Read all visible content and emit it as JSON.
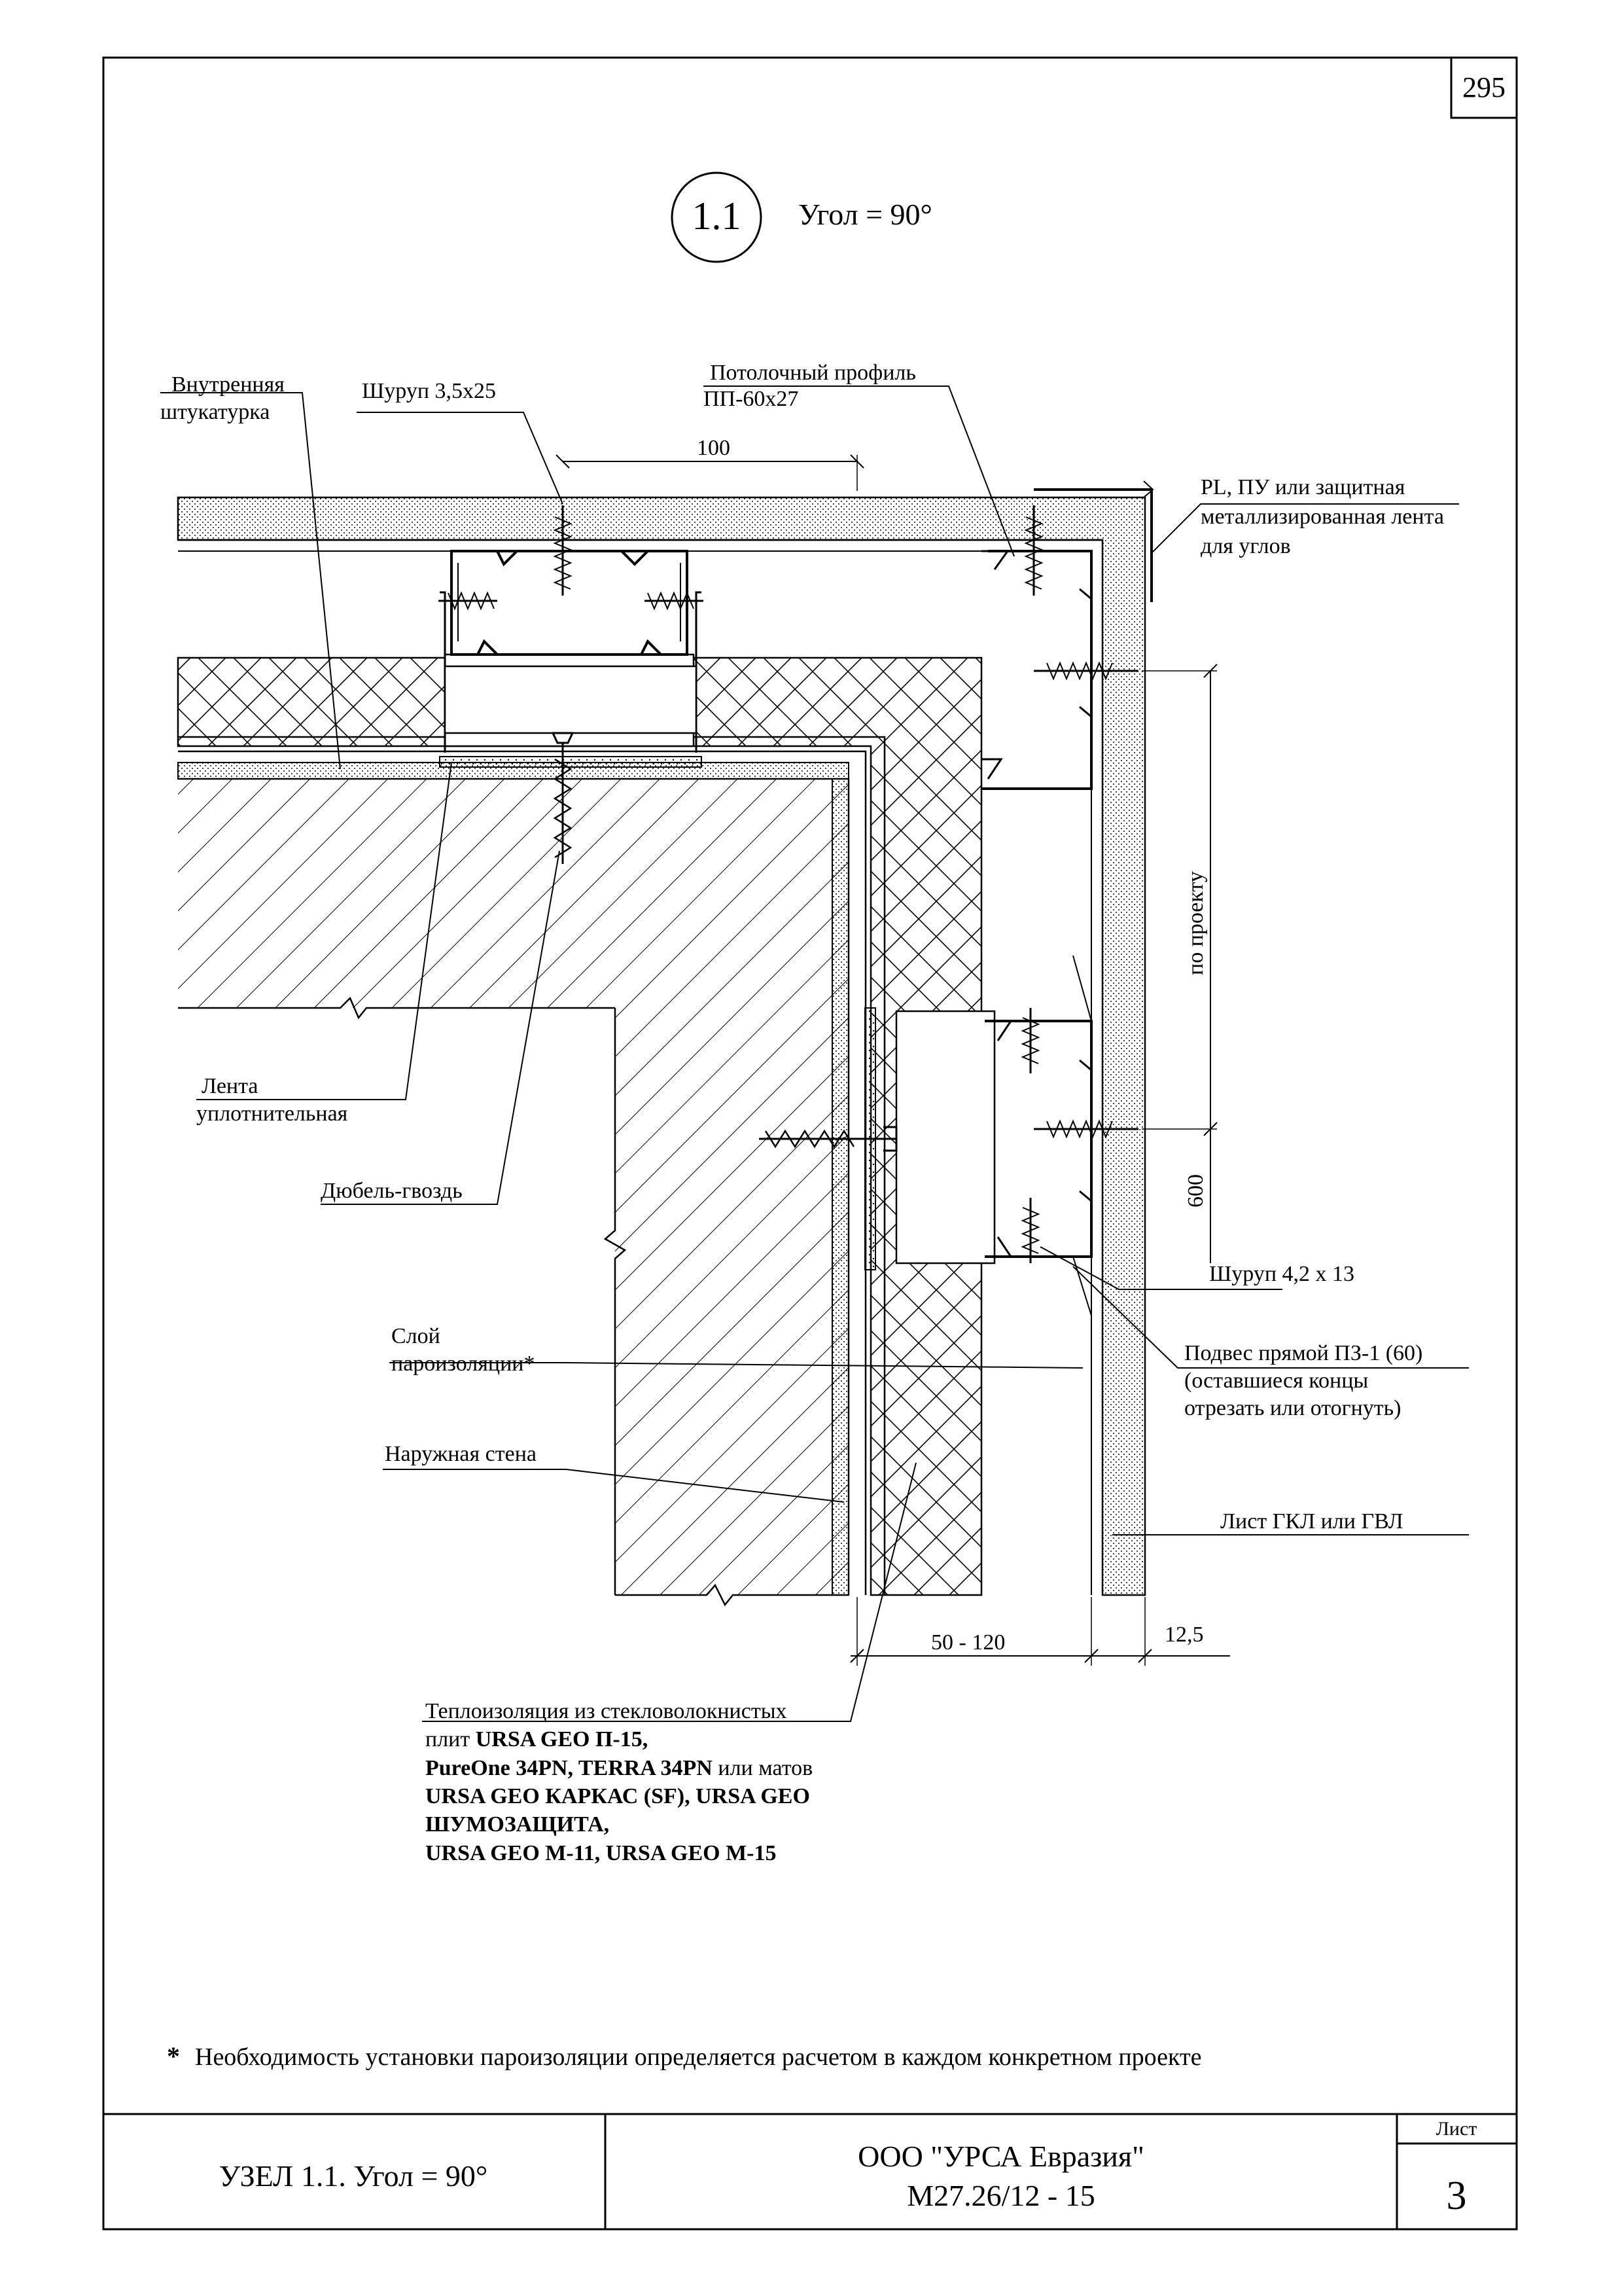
{
  "sheet": {
    "page_number": "295",
    "node_number": "1.1",
    "heading": "Угол = 90°"
  },
  "labels": {
    "inner_plaster_1": "Внутренняя",
    "inner_plaster_2": "штукатурка",
    "screw_top": "Шуруп 3,5х25",
    "ceiling_profile_1": "Потолочный профиль",
    "ceiling_profile_2": "ПП-60х27",
    "dim_100": "100",
    "corner_tape_1": "PL, ПУ или защитная",
    "corner_tape_2": "металлизированная лента",
    "corner_tape_3": "для углов",
    "per_project": "по проекту",
    "dim_600": "600",
    "sealing_tape_1": "Лента",
    "sealing_tape_2": "уплотнительная",
    "dowel": "Дюбель-гвоздь",
    "screw_side": "Шуруп 4,2 х 13",
    "hanger_1": "Подвес прямой ПЗ-1 (60)",
    "hanger_2": "(оставшиеся концы",
    "hanger_3": "отрезать или отогнуть)",
    "vapor_1": "Слой",
    "vapor_2": "пароизоляции*",
    "outer_wall": "Наружная стена",
    "gkl_sheet": "Лист ГКЛ или ГВЛ",
    "dim_50_120": "50 - 120",
    "dim_12_5": "12,5",
    "insulation_1": "Теплоизоляция из стекловолокнистых",
    "insulation_2a": "плит ",
    "insulation_2b": "URSA GEO П-15,",
    "insulation_3a": "PureOne 34PN, TERRA 34PN",
    "insulation_3b": " или матов",
    "insulation_4": "URSA GEO КАРКАС (SF), URSA GEO",
    "insulation_5": "ШУМОЗАЩИТА,",
    "insulation_6": "URSA GEO М-11,  URSA GEO М-15"
  },
  "footnote": {
    "mark": "*",
    "text": "Необходимость установки пароизоляции определяется расчетом в каждом конкретном проекте"
  },
  "title_block": {
    "node_title": "УЗЕЛ 1.1. Угол = 90°",
    "company": "ООО \"УРСА Евразия\"",
    "doc_code": "М27.26/12 - 15",
    "sheet_label": "Лист",
    "sheet_number": "3"
  }
}
